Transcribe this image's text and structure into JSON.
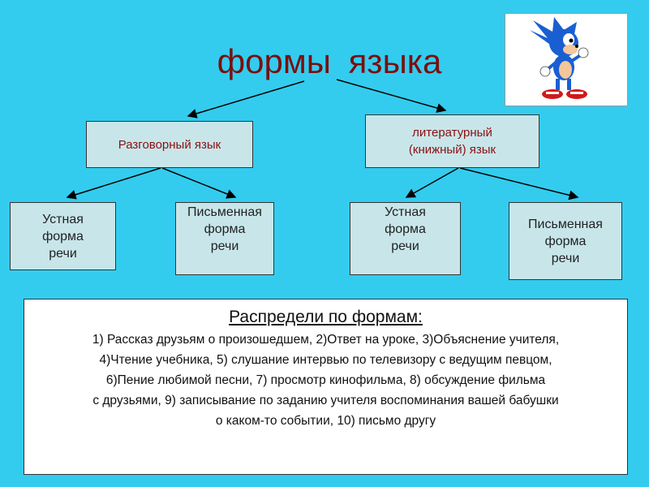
{
  "title": "формы  языка",
  "level1": {
    "left": [
      "Разговорный язык"
    ],
    "right": [
      "литературный",
      "(книжный) язык"
    ]
  },
  "level2": {
    "left_oral": [
      "Устная",
      "форма",
      "речи"
    ],
    "left_written": [
      "Письменная",
      "форма",
      "речи"
    ],
    "right_oral": [
      "Устная",
      "форма",
      "речи"
    ],
    "right_written": [
      "Письменная",
      "форма",
      "речи"
    ]
  },
  "task": {
    "heading": "Распредели по формам:",
    "lines": [
      "1)   Рассказ друзьям о произошедшем, 2)Ответ на уроке,  3)Объяснение учителя,",
      "4)Чтение учебника,   5) слушание интервью по телевизору с ведущим певцом,",
      "6)Пение любимой песни, 7) просмотр кинофильма, 8) обсуждение фильма",
      "с друзьями, 9) записывание по заданию учителя воспоминания вашей бабушки",
      "о каком-то событии, 10) письмо другу"
    ]
  },
  "picture": {
    "icon": "sonic-hedgehog-icon",
    "colors": {
      "blue": "#1a5fd1",
      "red": "#d11a1a",
      "skin": "#f3c79a"
    }
  },
  "colors": {
    "background": "#33ccee",
    "title": "#7a0f0f",
    "box_fill": "#c8e6ea",
    "box_text_accent": "#8b1010"
  }
}
